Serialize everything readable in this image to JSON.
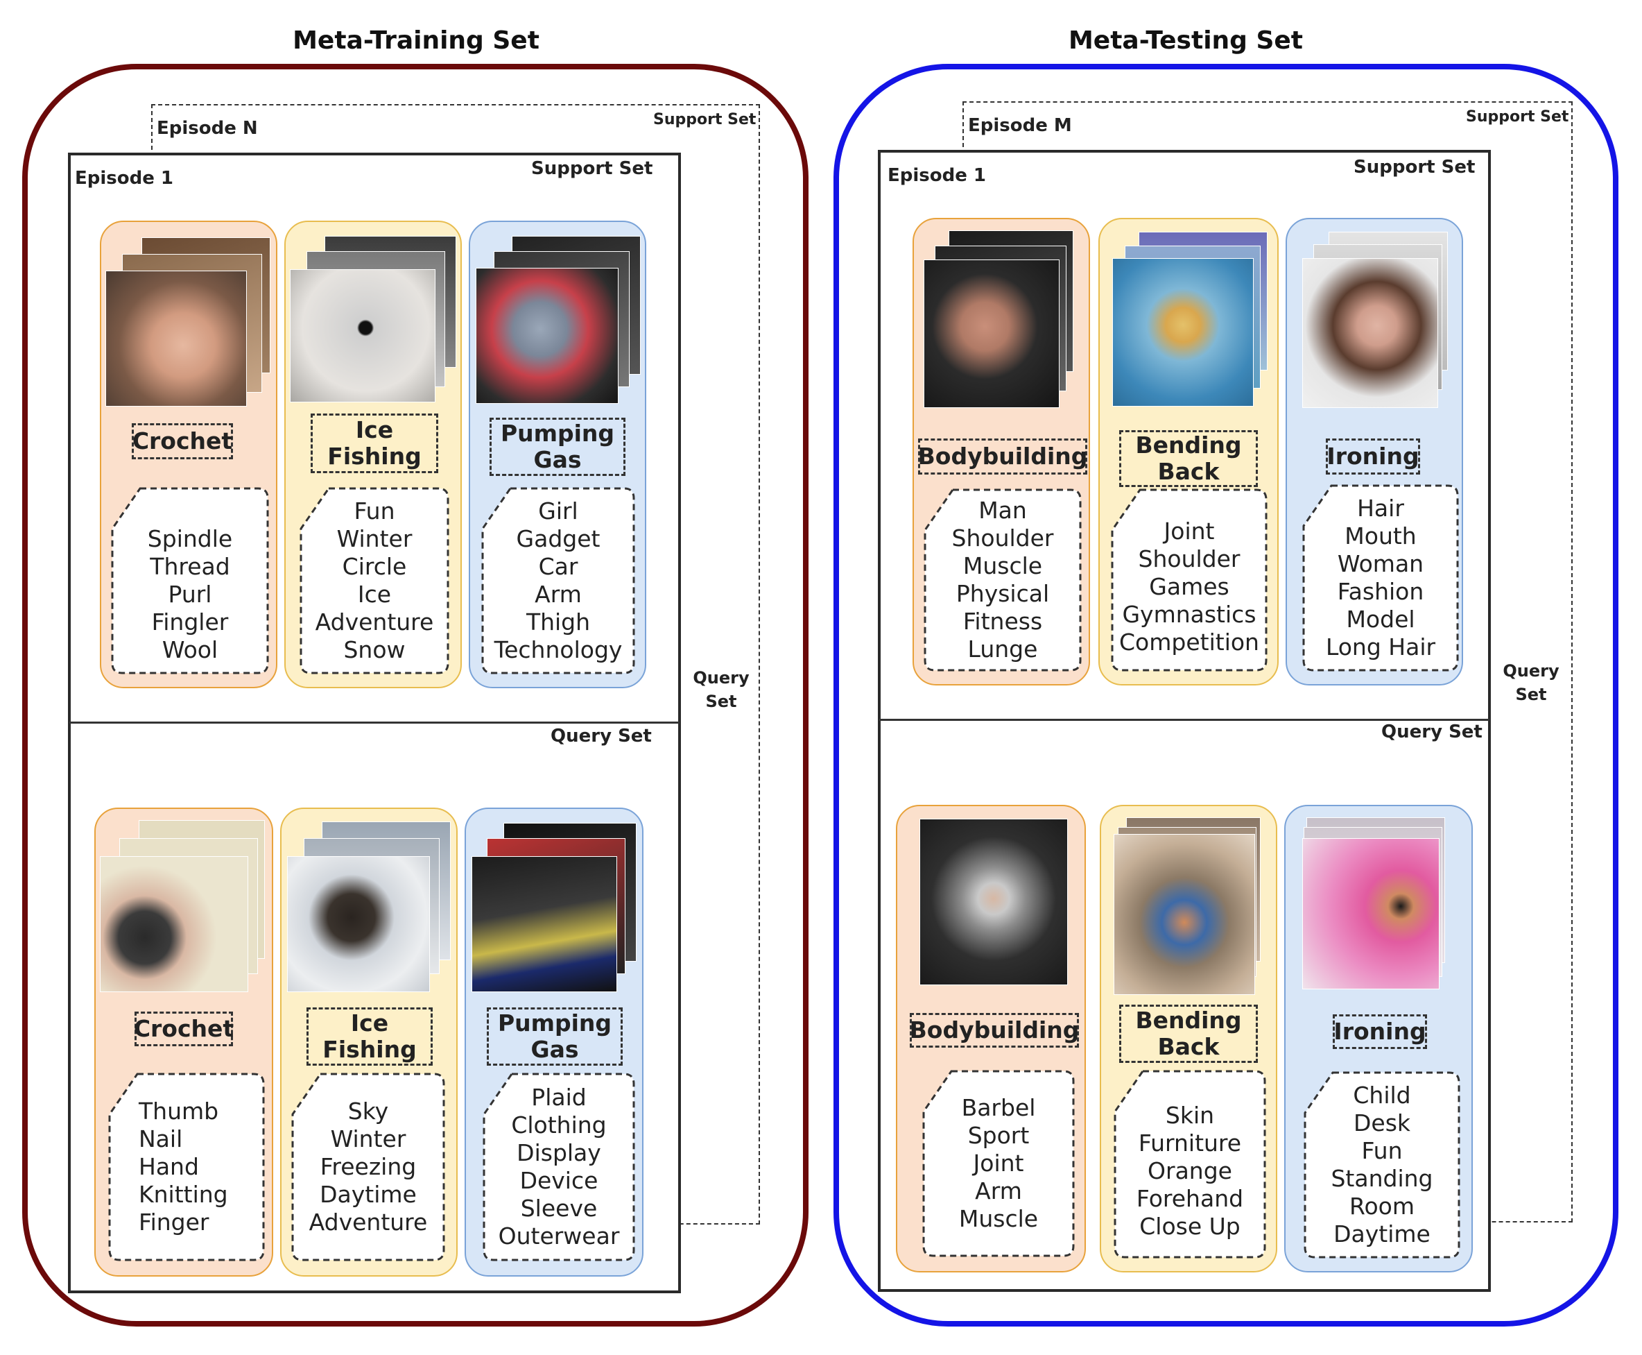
{
  "train": {
    "title": "Meta-Training Set",
    "episode_n": "Episode N",
    "episode_1": "Episode 1",
    "support_label": "Support Set",
    "support_label_back": "Support Set",
    "query_label": "Query Set",
    "query_back": "Query\nSet",
    "support_cards": [
      {
        "class": "Crochet",
        "tags": [
          "Spindle",
          "Thread",
          "Purl",
          "Fingler",
          "Wool"
        ]
      },
      {
        "class": "Ice\nFishing",
        "tags": [
          "Fun",
          "Winter",
          "Circle",
          "Ice",
          "Adventure",
          "Snow"
        ]
      },
      {
        "class": "Pumping\nGas",
        "tags": [
          "Girl",
          "Gadget",
          "Car",
          "Arm",
          "Thigh",
          "Technology"
        ]
      }
    ],
    "query_cards": [
      {
        "class": "Crochet",
        "tags": [
          "Thumb",
          "Nail",
          "Hand",
          "Knitting",
          "Finger"
        ]
      },
      {
        "class": "Ice\nFishing",
        "tags": [
          "Sky",
          "Winter",
          "Freezing",
          "Daytime",
          "Adventure"
        ]
      },
      {
        "class": "Pumping\nGas",
        "tags": [
          "Plaid",
          "Clothing",
          "Display",
          "Device",
          "Sleeve",
          "Outerwear"
        ]
      }
    ]
  },
  "test": {
    "title": "Meta-Testing Set",
    "episode_m": "Episode M",
    "episode_1": "Episode 1",
    "support_label": "Support Set",
    "support_label_back": "Support Set",
    "query_label": "Query Set",
    "query_back": "Query\nSet",
    "support_cards": [
      {
        "class": "Bodybuilding",
        "tags": [
          "Man",
          "Shoulder",
          "Muscle",
          "Physical",
          "Fitness",
          "Lunge"
        ]
      },
      {
        "class": "Bending\nBack",
        "tags": [
          "Joint",
          "Shoulder",
          "Games",
          "Gymnastics",
          "Competition"
        ]
      },
      {
        "class": "Ironing",
        "tags": [
          "Hair",
          "Mouth",
          "Woman",
          "Fashion",
          "Model",
          "Long Hair"
        ]
      }
    ],
    "query_cards": [
      {
        "class": "Bodybuilding",
        "tags": [
          "Barbel",
          "Sport",
          "Joint",
          "Arm",
          "Muscle"
        ]
      },
      {
        "class": "Bending\nBack",
        "tags": [
          "Skin",
          "Furniture",
          "Orange",
          "Forehand",
          "Close Up"
        ]
      },
      {
        "class": "Ironing",
        "tags": [
          "Child",
          "Desk",
          "Fun",
          "Standing",
          "Room",
          "Daytime"
        ]
      }
    ]
  },
  "colors": {
    "train_border": "#6b0a0a",
    "test_border": "#1414e6",
    "card_orange": "#fbe0cc",
    "card_yellow": "#fdf0c8",
    "card_blue": "#d8e6f7"
  }
}
